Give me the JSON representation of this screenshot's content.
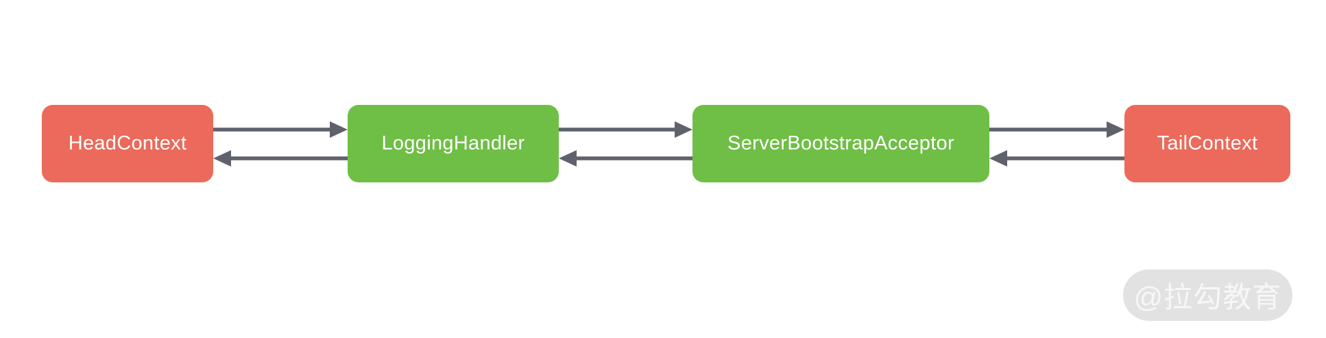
{
  "nodes": [
    {
      "label": "HeadContext",
      "color": "#EB6A5B",
      "kind": "context"
    },
    {
      "label": "LoggingHandler",
      "color": "#6FBE45",
      "kind": "handler"
    },
    {
      "label": "ServerBootstrapAcceptor",
      "color": "#6FBE45",
      "kind": "handler"
    },
    {
      "label": "TailContext",
      "color": "#EB6A5B",
      "kind": "context"
    }
  ],
  "colors": {
    "arrow": "#5F616C",
    "watermark_bg": "#E2E2E2",
    "watermark_text": "#F7F7F7",
    "node_context": "#EB6A5B",
    "node_handler": "#6FBE45",
    "background": "#FFFFFF",
    "node_text": "#FFFFFF"
  },
  "watermark": {
    "text": "@拉勾教育"
  }
}
